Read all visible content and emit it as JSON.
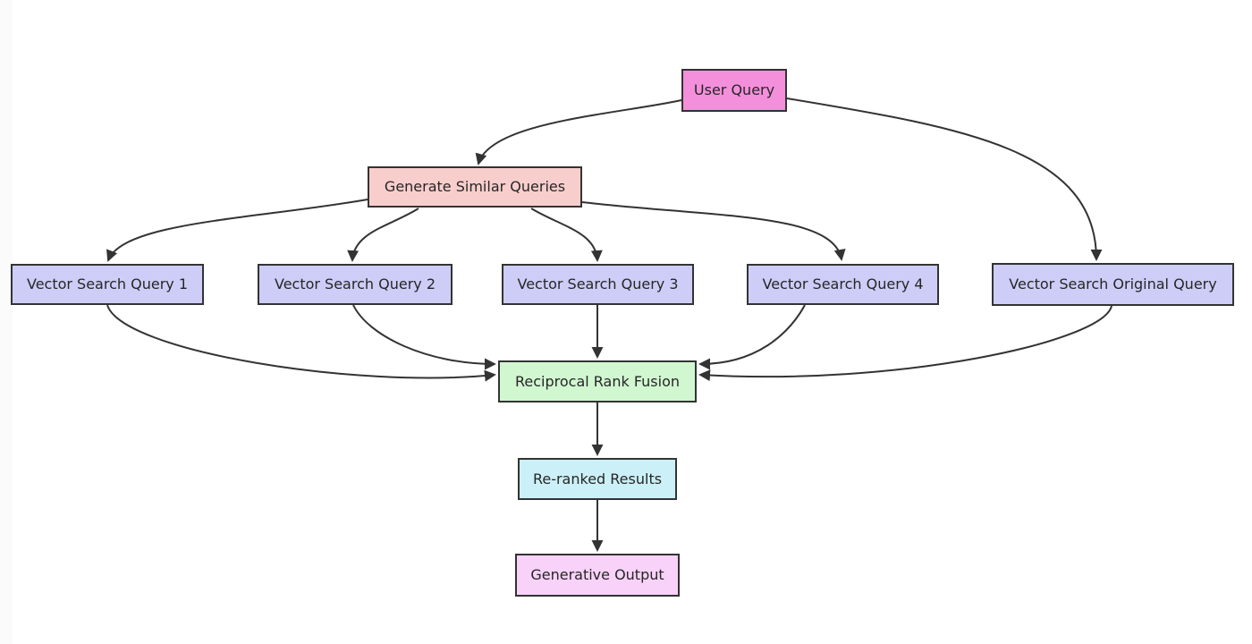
{
  "diagram": {
    "type": "flowchart",
    "nodes": [
      {
        "id": "user_query",
        "label": "User Query",
        "fill": "#f48fdb"
      },
      {
        "id": "generate_similar_queries",
        "label": "Generate Similar Queries",
        "fill": "#f8cecc"
      },
      {
        "id": "vector_search_query_1",
        "label": "Vector Search Query 1",
        "fill": "#cdcdf7"
      },
      {
        "id": "vector_search_query_2",
        "label": "Vector Search Query 2",
        "fill": "#cdcdf7"
      },
      {
        "id": "vector_search_query_3",
        "label": "Vector Search Query 3",
        "fill": "#cdcdf7"
      },
      {
        "id": "vector_search_query_4",
        "label": "Vector Search Query 4",
        "fill": "#cdcdf7"
      },
      {
        "id": "vector_search_original_query",
        "label": "Vector Search Original Query",
        "fill": "#cdcdf7"
      },
      {
        "id": "reciprocal_rank_fusion",
        "label": "Reciprocal Rank Fusion",
        "fill": "#d1f7d1"
      },
      {
        "id": "re_ranked_results",
        "label": "Re-ranked Results",
        "fill": "#ccf0f8"
      },
      {
        "id": "generative_output",
        "label": "Generative Output",
        "fill": "#f8d2f8"
      }
    ],
    "edges": [
      {
        "from": "User Query",
        "to": "Generate Similar Queries"
      },
      {
        "from": "User Query",
        "to": "Vector Search Original Query"
      },
      {
        "from": "Generate Similar Queries",
        "to": "Vector Search Query 1"
      },
      {
        "from": "Generate Similar Queries",
        "to": "Vector Search Query 2"
      },
      {
        "from": "Generate Similar Queries",
        "to": "Vector Search Query 3"
      },
      {
        "from": "Generate Similar Queries",
        "to": "Vector Search Query 4"
      },
      {
        "from": "Vector Search Query 1",
        "to": "Reciprocal Rank Fusion"
      },
      {
        "from": "Vector Search Query 2",
        "to": "Reciprocal Rank Fusion"
      },
      {
        "from": "Vector Search Query 3",
        "to": "Reciprocal Rank Fusion"
      },
      {
        "from": "Vector Search Query 4",
        "to": "Reciprocal Rank Fusion"
      },
      {
        "from": "Vector Search Original Query",
        "to": "Reciprocal Rank Fusion"
      },
      {
        "from": "Reciprocal Rank Fusion",
        "to": "Re-ranked Results"
      },
      {
        "from": "Re-ranked Results",
        "to": "Generative Output"
      }
    ],
    "colors": {
      "node_border": "#333333",
      "edge_line": "#333333",
      "arrowhead": "#333333",
      "text": "#262626",
      "background": "#ffffff"
    }
  }
}
